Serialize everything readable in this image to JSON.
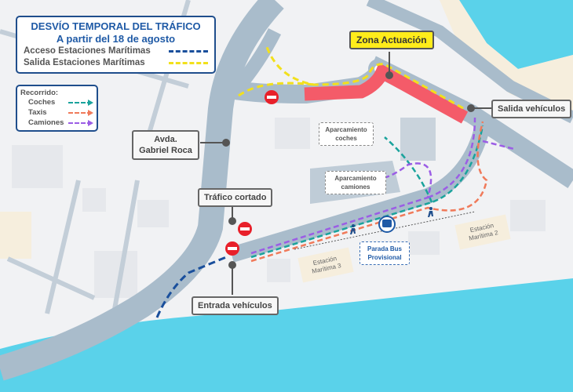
{
  "legend": {
    "title": "DESVÍO TEMPORAL DEL TRÁFICO",
    "subtitle": "A partir del 18 de agosto",
    "rows": [
      {
        "label": "Acceso Estaciones Marítimas",
        "color": "#1a4f9c"
      },
      {
        "label": "Salida Estaciones Marítimas",
        "color": "#f2e01c"
      }
    ]
  },
  "route_legend": {
    "title": "Recorrido:",
    "rows": [
      {
        "label": "Coches",
        "color": "#1aa39c"
      },
      {
        "label": "Taxis",
        "color": "#f07a5a"
      },
      {
        "label": "Camiones",
        "color": "#9b5de5"
      }
    ]
  },
  "labels": {
    "zona": "Zona Actuación",
    "salida": "Salida vehículos",
    "avenida": "Avda. Gabriel Roca",
    "trafico": "Tráfico cortado",
    "entrada": "Entrada vehículos",
    "aparc_coches": "Aparcamiento coches",
    "aparc_camiones": "Aparcamiento camiones",
    "estacion3": "Estación Marítima 3",
    "estacion2": "Estación Marítima 2",
    "bus": "Parada Bus Provisional"
  },
  "colors": {
    "road": "#a9bccb",
    "sea": "#5ad2ea",
    "zone": "#f45b69",
    "land": "#f1f2f4"
  }
}
